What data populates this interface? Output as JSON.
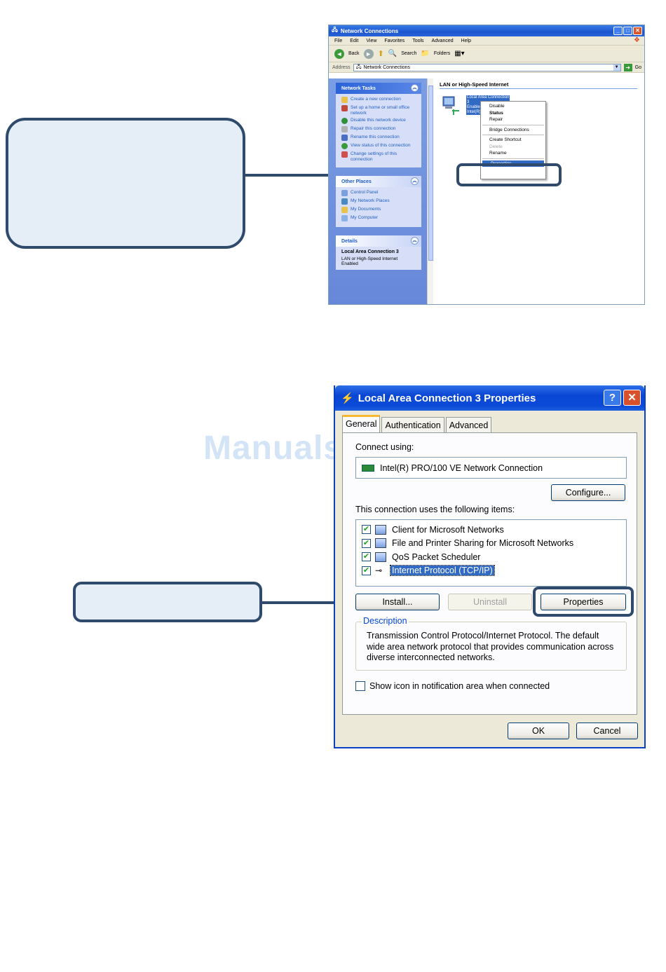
{
  "window1": {
    "title": "Network Connections",
    "menu": [
      "File",
      "Edit",
      "View",
      "Favorites",
      "Tools",
      "Advanced",
      "Help"
    ],
    "toolbar": {
      "back": "Back",
      "search": "Search",
      "folders": "Folders"
    },
    "address_label": "Address",
    "address_value": "Network Connections",
    "go": "Go",
    "network_tasks": {
      "title": "Network Tasks",
      "items": [
        "Create a new connection",
        "Set up a home or small office network",
        "Disable this network device",
        "Repair this connection",
        "Rename this connection",
        "View status of this connection",
        "Change settings of this connection"
      ]
    },
    "other_places": {
      "title": "Other Places",
      "items": [
        "Control Panel",
        "My Network Places",
        "My Documents",
        "My Computer"
      ]
    },
    "details": {
      "title": "Details",
      "name": "Local Area Connection 3",
      "type": "LAN or High-Speed Internet",
      "status": "Enabled"
    },
    "group_header": "LAN or High-Speed Internet",
    "connection_label": [
      "Local Area Connection 3",
      "Enabled",
      "Intel(R)"
    ],
    "context_menu": {
      "items": [
        {
          "label": "Disable",
          "style": "normal"
        },
        {
          "label": "Status",
          "style": "bold"
        },
        {
          "label": "Repair",
          "style": "normal"
        },
        {
          "label": "Bridge Connections",
          "style": "normal"
        },
        {
          "label": "Create Shortcut",
          "style": "normal"
        },
        {
          "label": "Delete",
          "style": "disabled"
        },
        {
          "label": "Rename",
          "style": "normal"
        },
        {
          "label": "Properties",
          "style": "selected"
        }
      ]
    }
  },
  "window2": {
    "title": "Local Area Connection 3 Properties",
    "tabs": [
      "General",
      "Authentication",
      "Advanced"
    ],
    "connect_using_label": "Connect using:",
    "device": "Intel(R) PRO/100 VE Network Connection",
    "configure": "Configure...",
    "items_label": "This connection uses the following items:",
    "items": [
      {
        "label": "Client for Microsoft Networks",
        "checked": true
      },
      {
        "label": "File and Printer Sharing for Microsoft Networks",
        "checked": true
      },
      {
        "label": "QoS Packet Scheduler",
        "checked": true
      },
      {
        "label": "Internet Protocol (TCP/IP)",
        "checked": true
      }
    ],
    "install": "Install...",
    "uninstall": "Uninstall",
    "properties": "Properties",
    "description_legend": "Description",
    "description_text": "Transmission Control Protocol/Internet Protocol. The default wide area network protocol that provides communication across diverse interconnected networks.",
    "show_icon": "Show icon in notification area when connected",
    "ok": "OK",
    "cancel": "Cancel"
  },
  "watermark": "ManualsLib.de",
  "colors": {
    "callout_fill": "#e5edf6",
    "callout_border": "#2f4a6b",
    "xp_blue": "#0a46d4"
  }
}
